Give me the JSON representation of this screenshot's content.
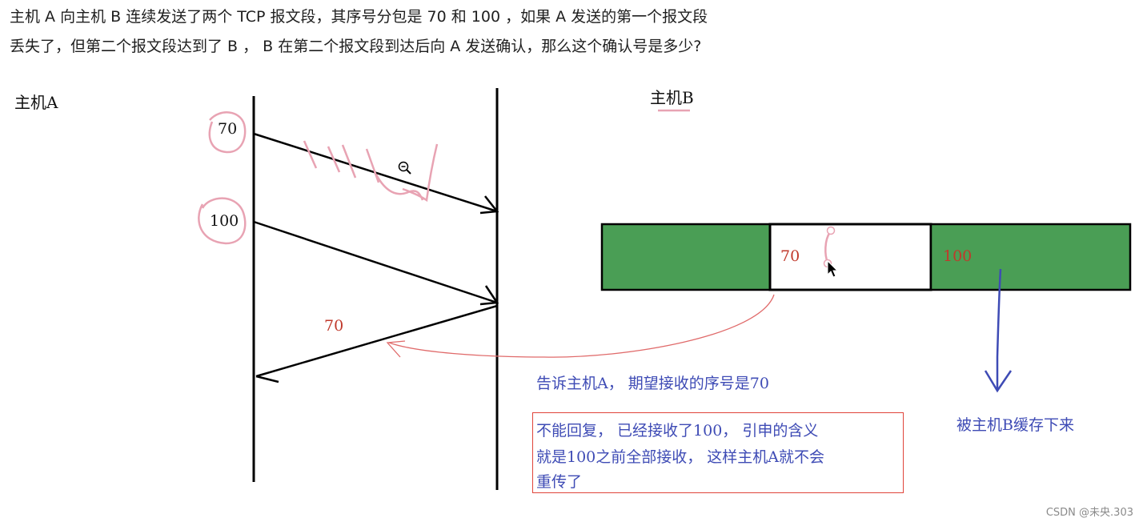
{
  "question": {
    "line1": "主机 A 向主机 B 连续发送了两个 TCP 报文段，其序号分包是 70 和 100 ，如果 A 发送的第一个报文段",
    "line2": "丢失了，但第二个报文段达到了 B ， B 在第二个报文段到达后向 A 发送确认，那么这个确认号是多少?"
  },
  "diagram": {
    "host_a": "主机A",
    "host_b": "主机B",
    "seq_first": "70",
    "seq_second": "100",
    "ack_number": "70",
    "buffer_gap_label": "70",
    "buffer_received_label": "100",
    "expect_note": "告诉主机A， 期望接收的序号是70",
    "cached_note": "被主机B缓存下来",
    "explanation": {
      "line1": "不能回复， 已经接收了100， 引申的含义",
      "line2": "就是100之前全部接收， 这样主机A就不会",
      "line3": "重传了"
    },
    "colors": {
      "buffer_filled": "#4a9e55",
      "annotation_red": "#c0392b",
      "annotation_blue": "#3e4bb5",
      "highlight_pink": "#e8a3b3"
    },
    "icons": [
      "zoom-out-icon",
      "mouse-cursor-icon"
    ]
  },
  "watermark": "CSDN @未央.303"
}
